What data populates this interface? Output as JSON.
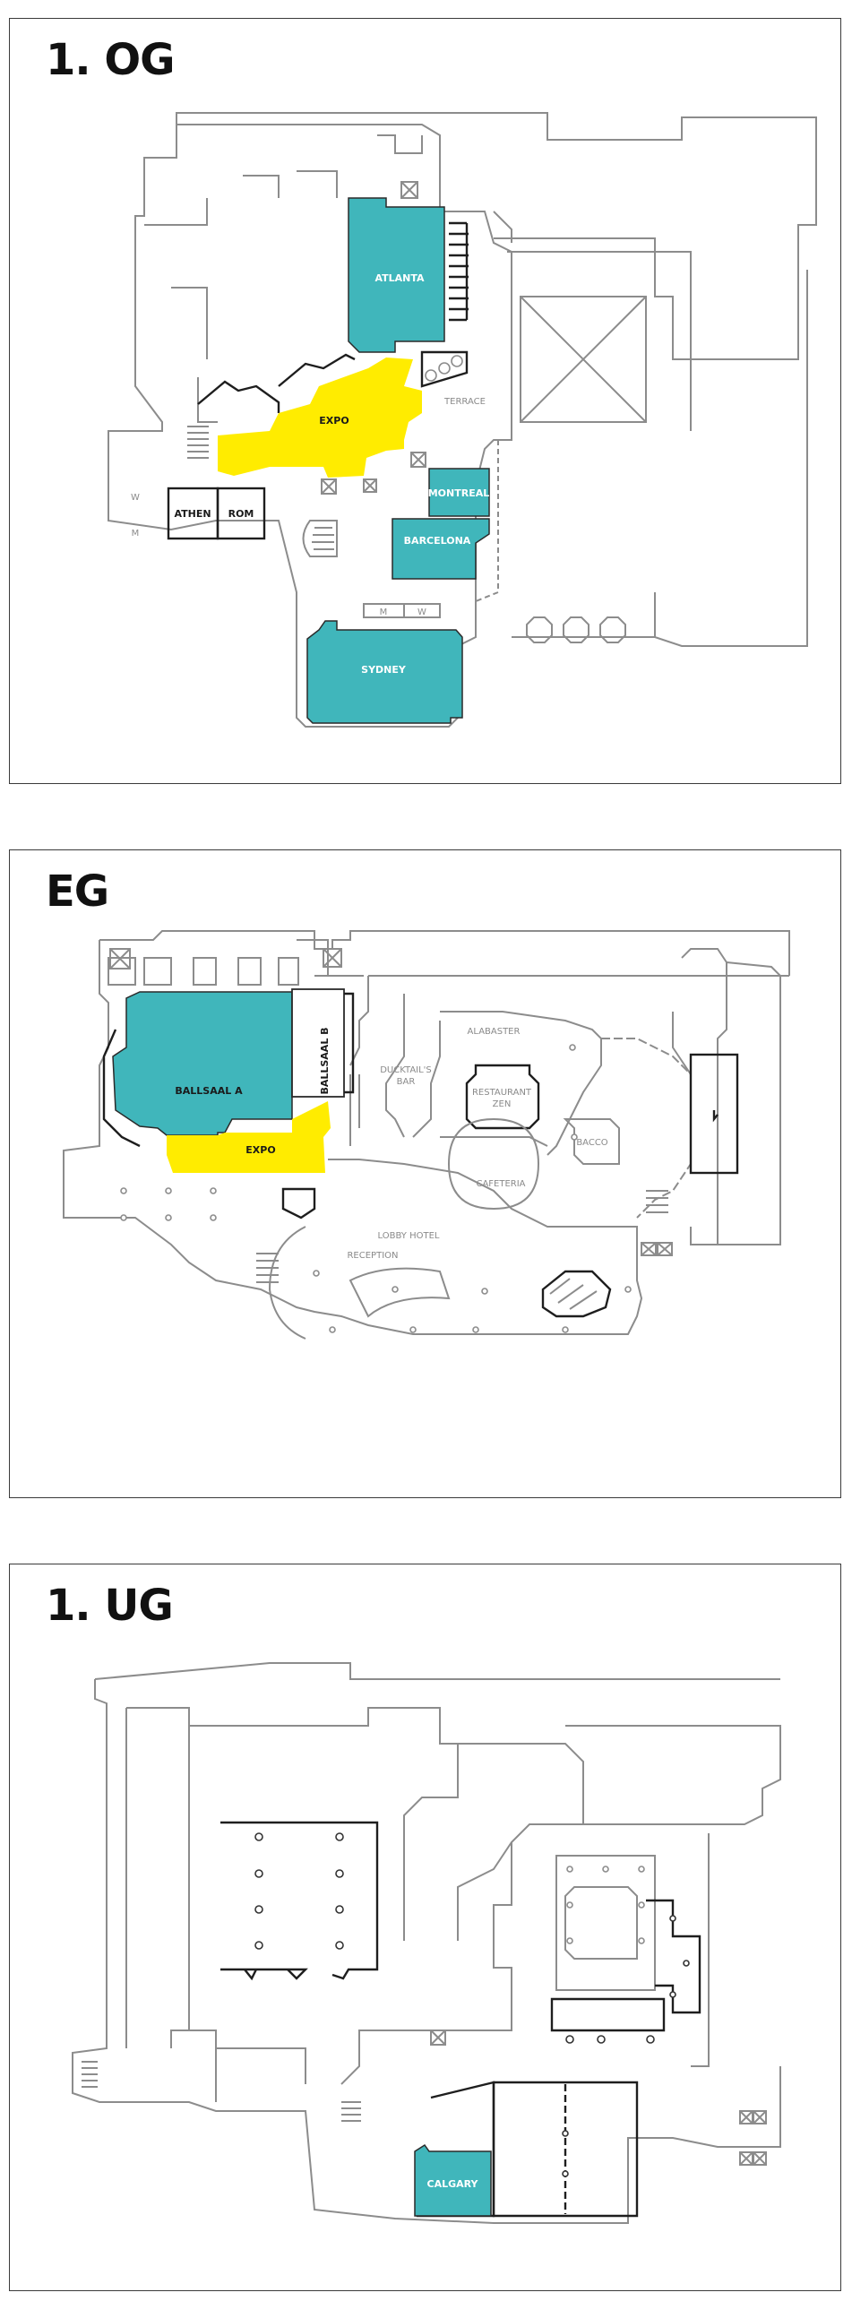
{
  "floors": {
    "og": {
      "title": "1. OG",
      "rooms": {
        "atlanta": "ATLANTA",
        "expo": "EXPO",
        "terrace": "TERRACE",
        "athen": "ATHEN",
        "rom": "ROM",
        "montreal": "MONTREAL",
        "barcelona": "BARCELONA",
        "sydney": "SYDNEY",
        "w1": "W",
        "m1": "M",
        "m2": "M",
        "w2": "W"
      }
    },
    "eg": {
      "title": "EG",
      "rooms": {
        "ballsaal_a": "BALLSAAL  A",
        "ballsaal_b": "BALLSAAL  B",
        "expo": "EXPO",
        "ducktails_1": "DUCKTAIL'S",
        "ducktails_2": "BAR",
        "alabaster": "ALABASTER",
        "zen_1": "RESTAURANT",
        "zen_2": "ZEN",
        "bacco": "BACCO",
        "cafeteria": "CAFETERIA",
        "lobby": "LOBBY HOTEL",
        "reception": "RECEPTION"
      }
    },
    "ug": {
      "title": "1. UG",
      "rooms": {
        "calgary": "CALGARY"
      }
    }
  },
  "colors": {
    "conference_room": "#40b6bb",
    "expo_area": "#ffec00",
    "walls": "#8c8c8c",
    "frame": "#3a3a3a"
  }
}
